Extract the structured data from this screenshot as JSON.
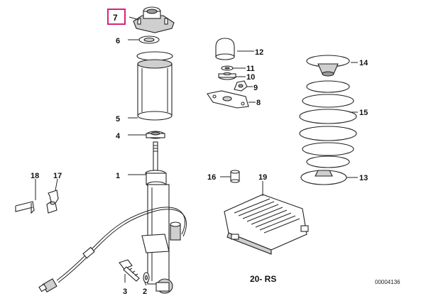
{
  "callouts": {
    "p1": "1",
    "p2": "2",
    "p3": "3",
    "p4": "4",
    "p5": "5",
    "p6": "6",
    "p7": "7",
    "p8": "8",
    "p9": "9",
    "p10": "10",
    "p11": "11",
    "p12": "12",
    "p13": "13",
    "p14": "14",
    "p15": "15",
    "p16": "16",
    "p17": "17",
    "p18": "18",
    "p19": "19"
  },
  "highlight": {
    "part": "7",
    "color": "#d6247a"
  },
  "footer": {
    "section": "20- RS",
    "diagram_number": "00004136"
  }
}
